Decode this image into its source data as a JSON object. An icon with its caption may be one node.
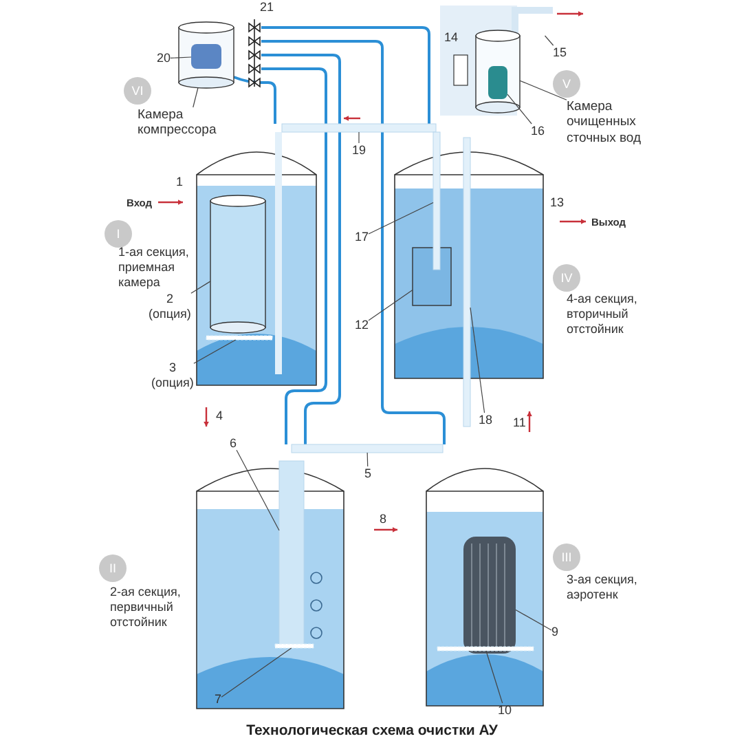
{
  "diagram": {
    "caption": "Технологическая схема очистки АУ",
    "nodes": [
      {
        "text": [
          "20"
        ]
      },
      {
        "text": [
          "VI"
        ]
      },
      {
        "text": [
          "Камера компрессора"
        ]
      },
      {
        "text": [
          "15"
        ]
      },
      {
        "text": [
          "16"
        ]
      },
      {
        "text": [
          "V"
        ]
      },
      {
        "text": [
          "Камера очищенных сточных вод"
        ]
      },
      {
        "text": [
          "19"
        ]
      },
      {
        "text": [
          "I"
        ]
      },
      {
        "text": [
          "2",
          "(опция)"
        ]
      },
      {
        "text": [
          "3",
          "(опция)"
        ]
      },
      {
        "text": [
          "17"
        ]
      },
      {
        "text": [
          "12"
        ]
      },
      {
        "text": [
          "IV"
        ]
      },
      {
        "text": [
          "18"
        ]
      },
      {
        "text": [
          "6"
        ]
      },
      {
        "text": [
          "5"
        ]
      },
      {
        "text": [
          "II"
        ]
      },
      {
        "text": [
          "III"
        ]
      },
      {
        "text": [
          "9"
        ]
      },
      {
        "text": [
          "7"
        ]
      },
      {
        "text": [
          "10"
        ]
      },
      {
        "text": [],
        "shape": "cylinder"
      },
      {
        "text": [],
        "shape": "box",
        "in": 22
      },
      {
        "text": [],
        "shape": "bar"
      },
      {
        "text": [],
        "shape": "cylinder"
      },
      {
        "text": [],
        "shape": "box",
        "in": 25
      },
      {
        "text": [],
        "shape": "bar"
      },
      {
        "text": [],
        "shape": "cylinder"
      },
      {
        "text": [],
        "shape": "bar"
      },
      {
        "text": [],
        "shape": "box"
      },
      {
        "text": [],
        "shape": "bar"
      },
      {
        "text": [],
        "shape": "bar"
      },
      {
        "text": [],
        "shape": "bar"
      },
      {
        "text": [],
        "shape": "bar"
      },
      {
        "text": [],
        "shape": "cylinder"
      },
      {
        "text": [],
        "shape": "bar"
      },
      {
        "text": [],
        "shape": "bar"
      }
    ],
    "edges": [
      {
        "from": 0,
        "to": 23,
        "arrow": "none"
      },
      {
        "from": 2,
        "to": 22,
        "arrow": "none"
      },
      {
        "from": 3,
        "to": 24,
        "arrow": "none"
      },
      {
        "from": 4,
        "to": 26,
        "arrow": "none"
      },
      {
        "from": 6,
        "to": 25,
        "arrow": "none"
      },
      {
        "from": 7,
        "to": 27,
        "arrow": "none"
      },
      {
        "from": 9,
        "to": 28,
        "arrow": "none"
      },
      {
        "from": 10,
        "to": 29,
        "arrow": "none"
      },
      {
        "from": 11,
        "to": 31,
        "arrow": "none"
      },
      {
        "from": 12,
        "to": 30,
        "arrow": "none"
      },
      {
        "from": 14,
        "to": 32,
        "arrow": "none"
      },
      {
        "from": 15,
        "to": 33,
        "arrow": "none"
      },
      {
        "from": 16,
        "to": 34,
        "arrow": "none"
      },
      {
        "from": 19,
        "to": 35,
        "arrow": "none"
      },
      {
        "from": 20,
        "to": 36,
        "arrow": "none"
      },
      {
        "from": 21,
        "to": 37,
        "arrow": "none"
      }
    ],
    "labels": [
      "21",
      "14",
      "1",
      "Вход",
      "13",
      "Выход",
      "1-ая секция, приемная камера",
      "4-ая секция, вторичный отстойник",
      "4",
      "11",
      "8",
      "2-ая секция, первичный отстойник",
      "3-ая секция, аэротенк"
    ]
  }
}
